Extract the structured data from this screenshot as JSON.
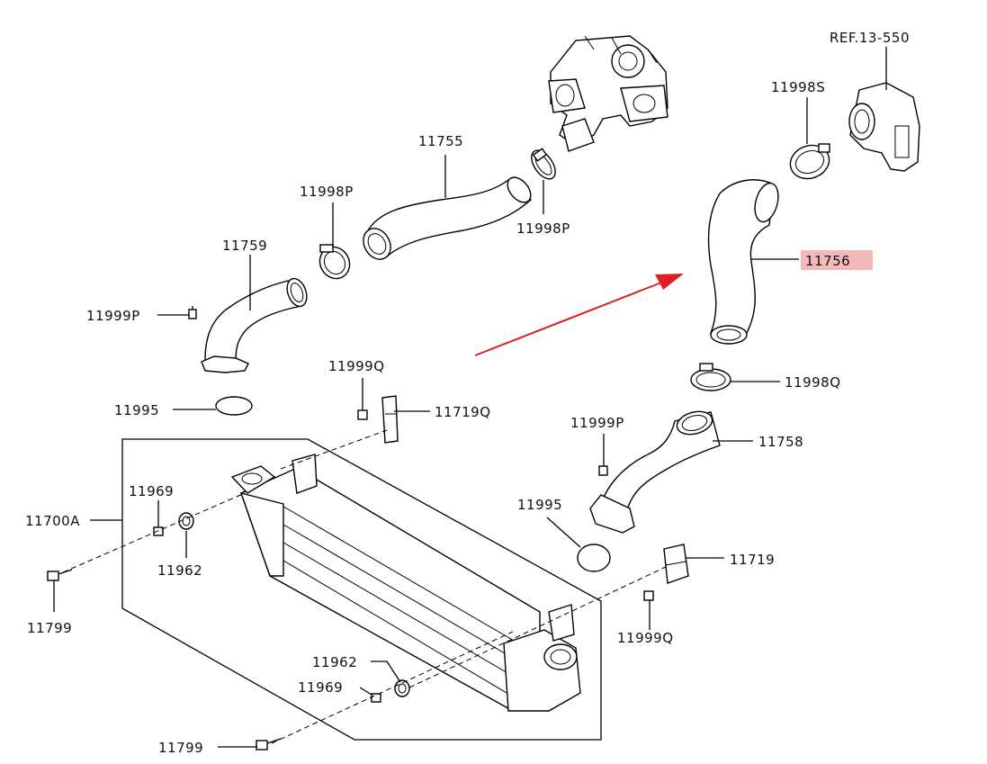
{
  "diagram": {
    "ref_label": "REF.13-550",
    "highlight_color": "#f4b8b8",
    "arrow_color": "#e02020",
    "labels": {
      "p11755": "11755",
      "p11998P_a": "11998P",
      "p11998P_b": "11998P",
      "p11759": "11759",
      "p11999P_a": "11999P",
      "p11995_a": "11995",
      "p11999Q_a": "11999Q",
      "p11719Q": "11719Q",
      "p11998S": "11998S",
      "p11756": "11756",
      "p11998Q": "11998Q",
      "p11999P_b": "11999P",
      "p11758": "11758",
      "p11995_b": "11995",
      "p11719": "11719",
      "p11999Q_b": "11999Q",
      "p11969_a": "11969",
      "p11700A": "11700A",
      "p11962_a": "11962",
      "p11799_a": "11799",
      "p11962_b": "11962",
      "p11969_b": "11969",
      "p11799_b": "11799"
    }
  }
}
